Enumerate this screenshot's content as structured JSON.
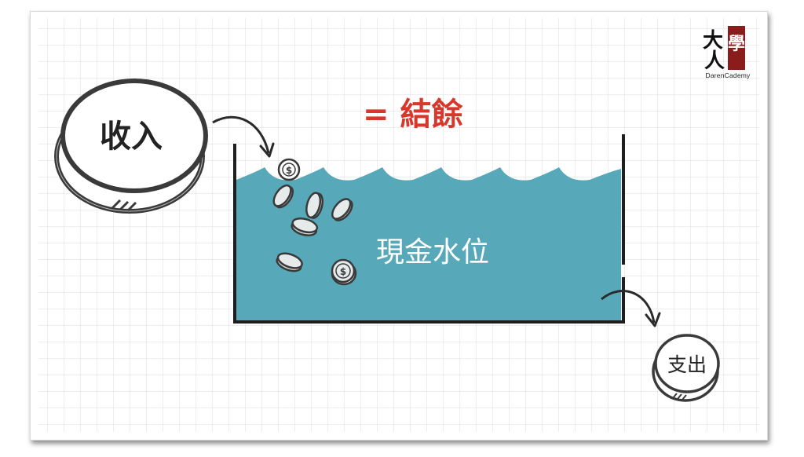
{
  "diagram": {
    "result_label": "= 結餘",
    "income_label": "收入",
    "pool_label": "現金水位",
    "expense_label": "支出"
  },
  "logo": {
    "brand_text": "DarenCademy",
    "glyph_big": "大",
    "glyph_person": "人",
    "glyph_learn": "學"
  },
  "colors": {
    "water": "#57a8b9",
    "accent_red": "#d9372b",
    "ink": "#333333",
    "grid": "#dcdcdc",
    "logo_red": "#8b1c1c"
  }
}
